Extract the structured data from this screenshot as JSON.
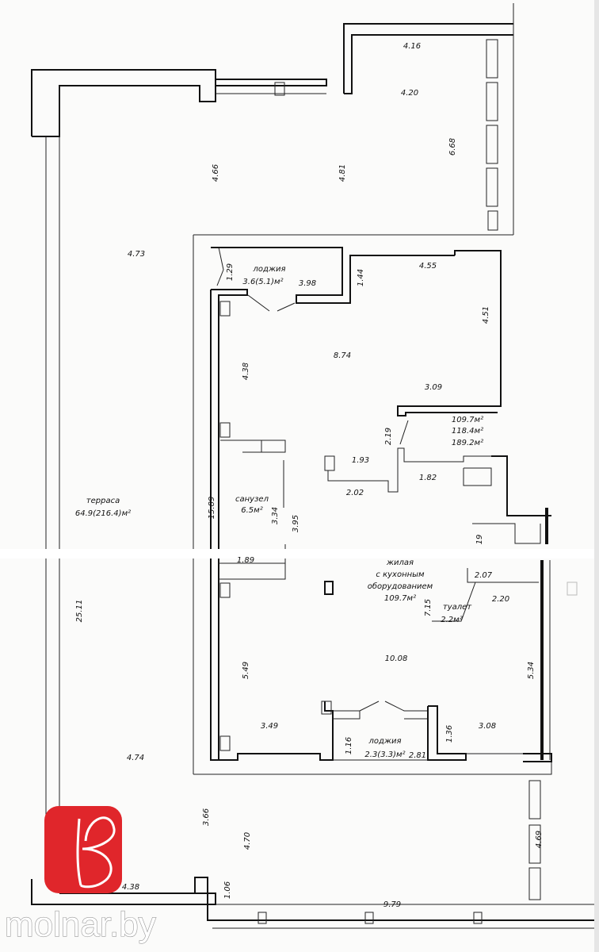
{
  "plan": {
    "rooms": {
      "loggia_top": {
        "name": "лоджия",
        "area": "3.6(5.1)м²"
      },
      "bathroom": {
        "name": "санузел",
        "area": "6.5м²"
      },
      "terrace": {
        "name": "терраса",
        "area": "64.9(216.4)м²"
      },
      "living": {
        "line1": "жилая",
        "line2": "с кухонным",
        "line3": "оборудованием",
        "area": "109.7м²"
      },
      "toilet": {
        "name": "туалет",
        "area": "2.2м²"
      },
      "loggia_bottom": {
        "name": "лоджия",
        "area": "2.3(3.3)м²"
      }
    },
    "totals": [
      "109.7м²",
      "118.4м²",
      "189.2м²"
    ],
    "dimensions": {
      "d416": "4.16",
      "d420": "4.20",
      "d668": "6.68",
      "d466": "4.66",
      "d481": "4.81",
      "d473": "4.73",
      "d398": "3.98",
      "d129": "1.29",
      "d144": "1.44",
      "d455": "4.55",
      "d451": "4.51",
      "d874": "8.74",
      "d438a": "4.38",
      "d309": "3.09",
      "d219": "2.19",
      "d193": "1.93",
      "d182": "1.82",
      "d202": "2.02",
      "d334": "3.34",
      "d395": "3.95",
      "d1589": "15.89",
      "d189": "1.89",
      "d19": "19",
      "d207": "2.07",
      "d220": "2.20",
      "d715": "7.15",
      "d2511": "25.11",
      "d1008": "10.08",
      "d549": "5.49",
      "d534": "5.34",
      "d349": "3.49",
      "d308": "3.08",
      "d116": "1.16",
      "d136": "1.36",
      "d281": "2.81",
      "d474": "4.74",
      "d366": "3.66",
      "d470": "4.70",
      "d469": "4.69",
      "d438b": "4.38",
      "d106": "1.06",
      "d979": "9.79"
    }
  },
  "watermark": {
    "text": "molnar.by",
    "logo_letter": "B",
    "brand_color": "#e0262b"
  }
}
